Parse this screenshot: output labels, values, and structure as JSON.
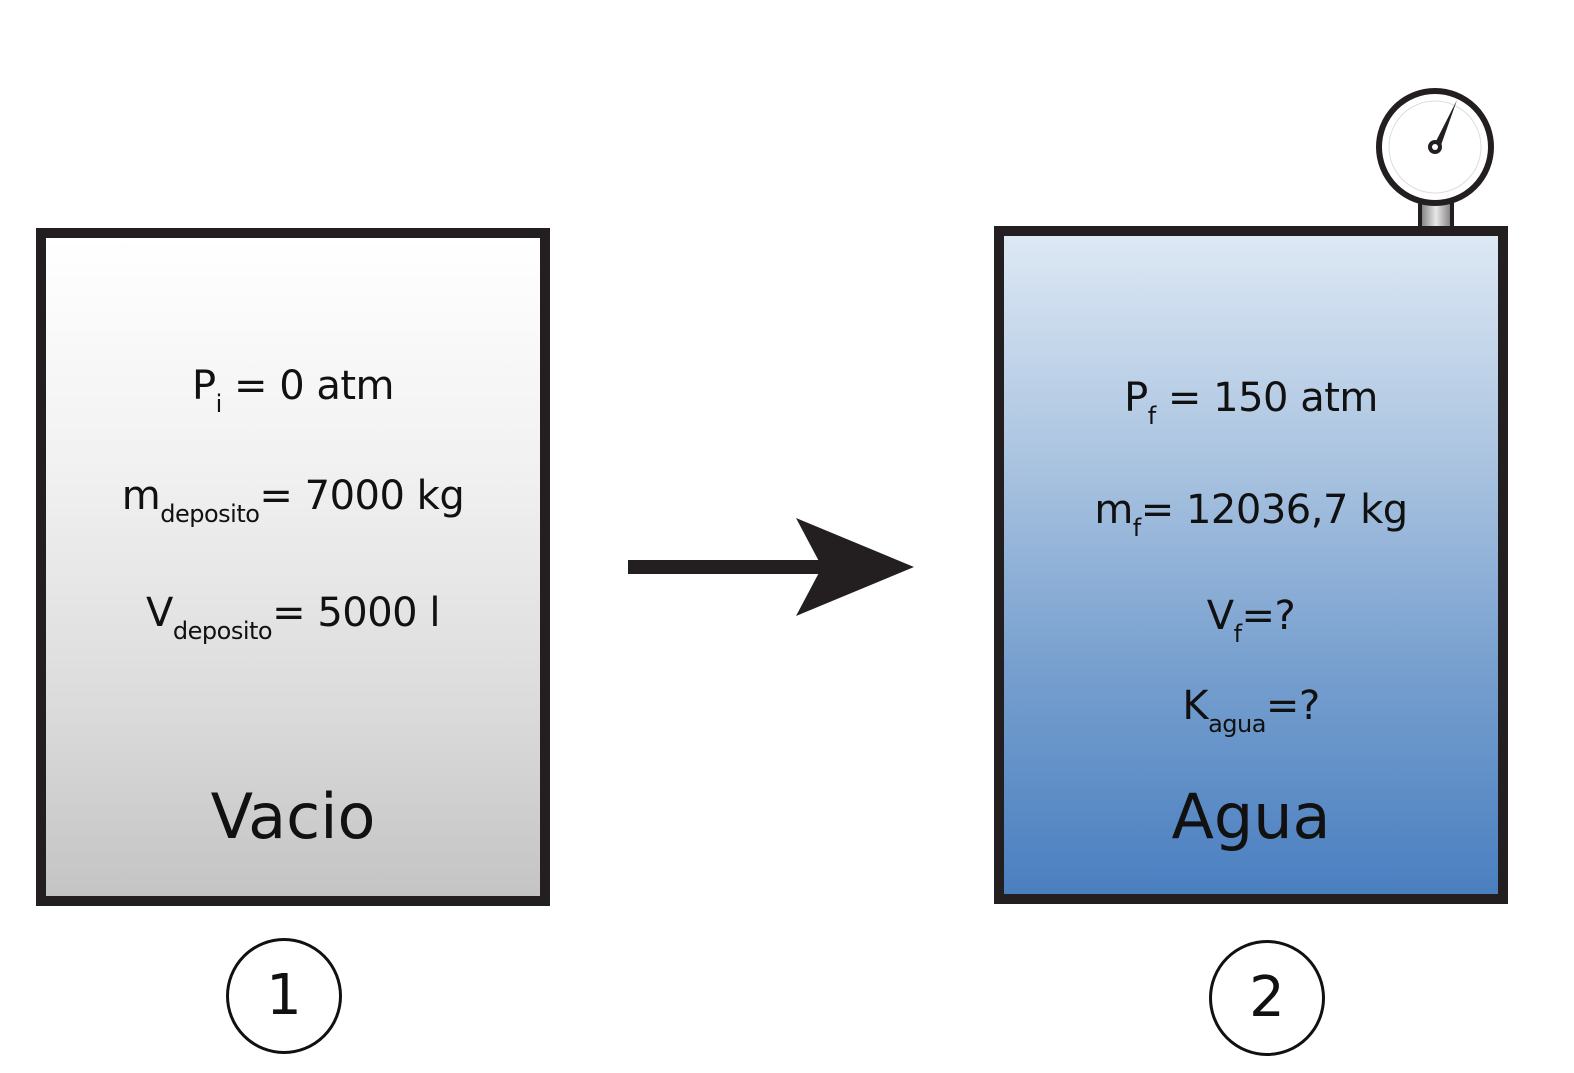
{
  "tank1": {
    "pressure": {
      "symbol": "P",
      "sub": "i",
      "rest": " = 0 atm"
    },
    "mass": {
      "symbol": "m",
      "sub": "deposito",
      "rest": "= 7000 kg"
    },
    "volume": {
      "symbol": "V",
      "sub": "deposito",
      "rest": "= 5000 l"
    },
    "label": "Vacio",
    "number": "1"
  },
  "tank2": {
    "pressure": {
      "symbol": "P",
      "sub": "f",
      "rest": " = 150 atm"
    },
    "mass": {
      "symbol": "m",
      "sub": "f",
      "rest": "= 12036,7 kg"
    },
    "volume": {
      "symbol": "V",
      "sub": "f",
      "rest": "=?"
    },
    "compressibility": {
      "symbol": "K",
      "sub": "agua",
      "rest": "=?"
    },
    "label": "Agua",
    "number": "2"
  },
  "colors": {
    "outline": "#231f20",
    "vacio_gradient_top": "#ffffff",
    "vacio_gradient_bottom": "#c4c4c4",
    "agua_gradient_top": "#dde8f4",
    "agua_gradient_bottom": "#4a7fc0"
  },
  "icons": [
    "arrow-right-icon",
    "pressure-gauge-icon"
  ]
}
